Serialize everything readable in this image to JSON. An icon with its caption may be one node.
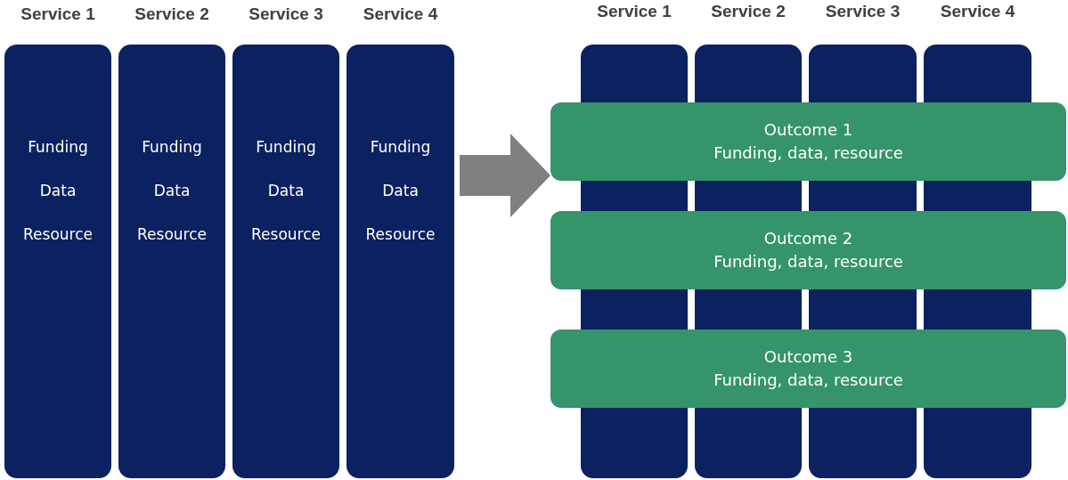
{
  "diagram": {
    "nodes": [
      {
        "text": [
          "Service 1",
          "Funding",
          "Data",
          "Resource"
        ]
      },
      {
        "text": [
          "Service 2",
          "Funding",
          "Data",
          "Resource"
        ]
      },
      {
        "text": [
          "Service 3",
          "Funding",
          "Data",
          "Resource"
        ]
      },
      {
        "text": [
          "Service 4",
          "Funding",
          "Data",
          "Resource"
        ]
      },
      {
        "text": [
          "Service 1"
        ]
      },
      {
        "text": [
          "Service 2"
        ]
      },
      {
        "text": [
          "Service 3"
        ]
      },
      {
        "text": [
          "Service 4"
        ]
      },
      {
        "text": [
          "Outcome 1",
          "Funding, data, resource"
        ]
      },
      {
        "text": [
          "Outcome 2",
          "Funding, data, resource"
        ]
      },
      {
        "text": [
          "Outcome 3",
          "Funding, data, resource"
        ]
      }
    ],
    "edges": [
      {
        "from": 3,
        "to": 8,
        "arrow": "to"
      }
    ]
  }
}
